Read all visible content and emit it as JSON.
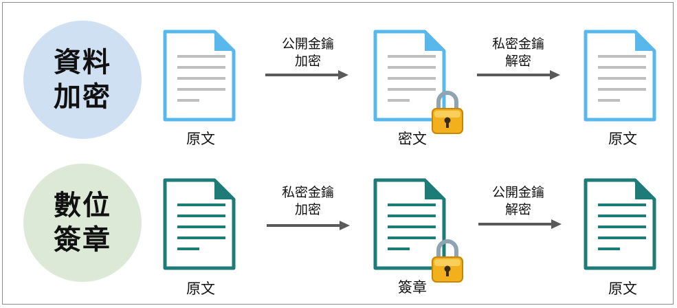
{
  "encryption": {
    "title_line1": "資料",
    "title_line2": "加密",
    "circle_color": "#cfe0f2",
    "doc_color": "#58b8ec",
    "original_label": "原文",
    "step1": {
      "line1": "公開金鑰",
      "line2": "加密"
    },
    "middle_label": "密文",
    "step2": {
      "line1": "私密金鑰",
      "line2": "解密"
    },
    "final_label": "原文"
  },
  "signature": {
    "title_line1": "數位",
    "title_line2": "簽章",
    "circle_color": "#dce9d7",
    "doc_color": "#1d7b78",
    "original_label": "原文",
    "step1": {
      "line1": "私密金鑰",
      "line2": "加密"
    },
    "middle_label": "簽章",
    "step2": {
      "line1": "公開金鑰",
      "line2": "解密"
    },
    "final_label": "原文"
  },
  "icons": [
    "document-icon",
    "padlock-icon",
    "right-arrow-icon"
  ]
}
